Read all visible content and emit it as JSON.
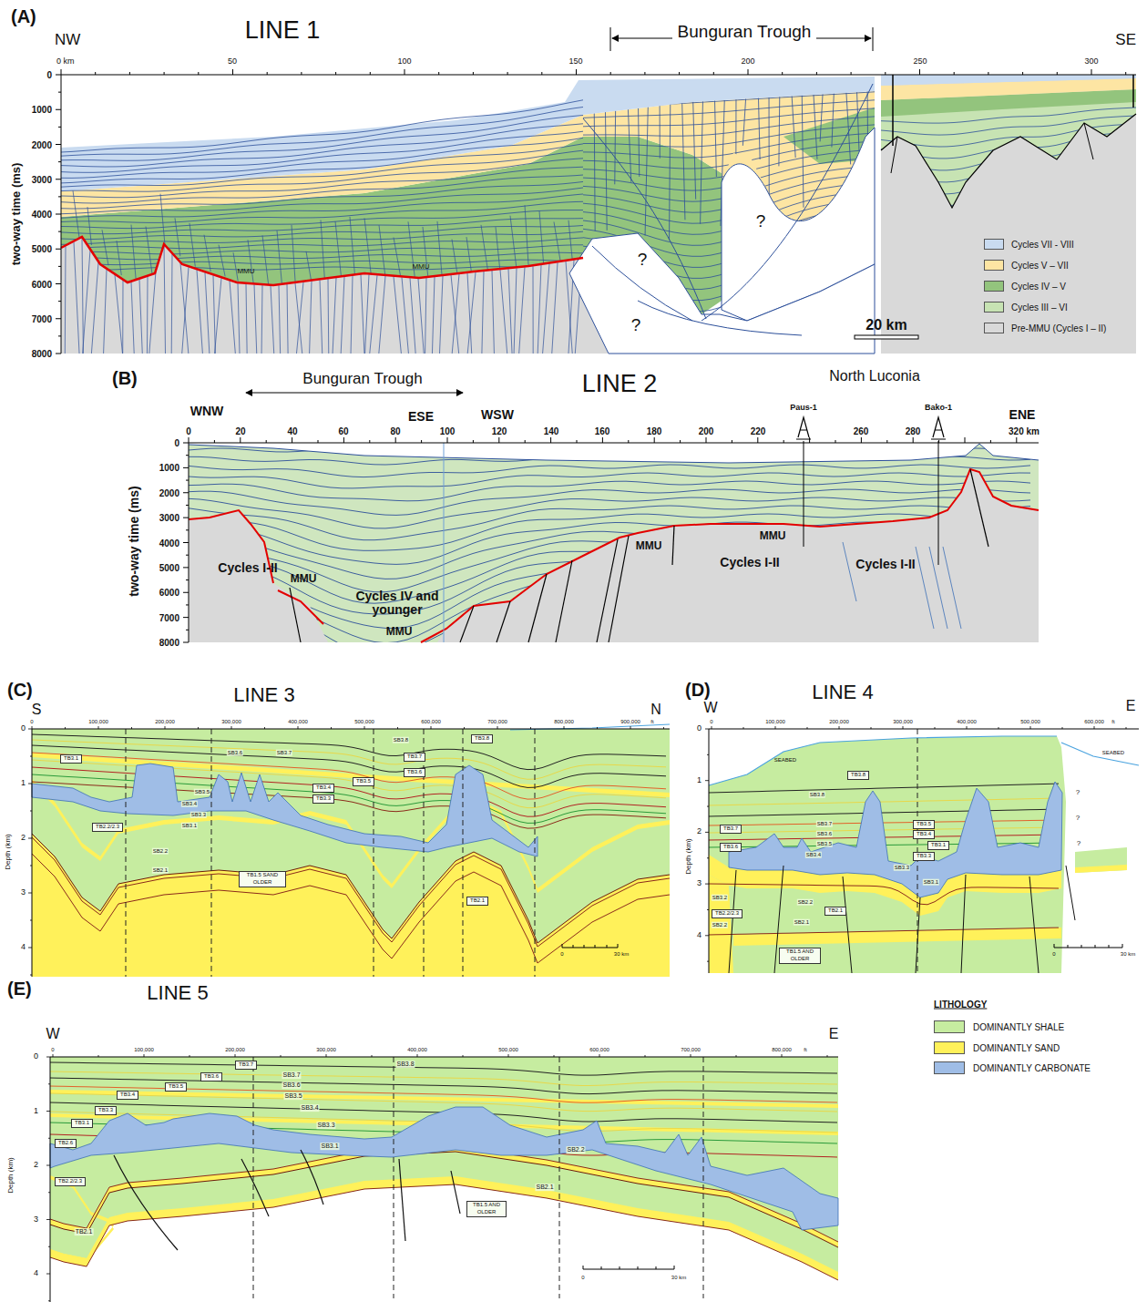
{
  "diagram": {
    "nodes": [
      {
        "text": [
          "TB3.1"
        ]
      },
      {
        "text": [
          "TB2.2/2.3"
        ]
      },
      {
        "text": [
          "TB1.5 SAND OLDER"
        ]
      },
      {
        "text": [
          "TB2.1"
        ]
      },
      {
        "text": [
          "TB3.8"
        ]
      },
      {
        "text": [
          "TB3.7"
        ]
      },
      {
        "text": [
          "TB3.6"
        ]
      },
      {
        "text": [
          "TB3.5"
        ]
      },
      {
        "text": [
          "TB3.4"
        ]
      },
      {
        "text": [
          "TB3.3"
        ]
      },
      {
        "text": [
          "TB3.8"
        ]
      },
      {
        "text": [
          "TB3.7"
        ]
      },
      {
        "text": [
          "TB3.6"
        ]
      },
      {
        "text": [
          "TB3.5"
        ]
      },
      {
        "text": [
          "TB3.4"
        ]
      },
      {
        "text": [
          "TB3.1"
        ]
      },
      {
        "text": [
          "TB3.3"
        ]
      },
      {
        "text": [
          "TB2.1"
        ]
      },
      {
        "text": [
          "TB2.2/2.3"
        ]
      },
      {
        "text": [
          "TB1.5 AND OLDER"
        ]
      },
      {
        "text": [
          "TB3.7"
        ]
      },
      {
        "text": [
          "TB3.6"
        ]
      },
      {
        "text": [
          "TB3.5"
        ]
      },
      {
        "text": [
          "TB3.4"
        ]
      },
      {
        "text": [
          "TB3.3"
        ]
      },
      {
        "text": [
          "TB3.1"
        ]
      },
      {
        "text": [
          "TB2.6"
        ]
      },
      {
        "text": [
          "TB2.2/2.3"
        ]
      },
      {
        "text": [
          "TB1.5 AND OLDER"
        ]
      }
    ],
    "labels": [
      "(A)",
      "NW",
      "LINE 1",
      "Bunguran Trough",
      "SE",
      "0 km",
      "50",
      "100",
      "150",
      "200",
      "250",
      "300",
      "two-way time (ms)",
      "0",
      "1000",
      "2000",
      "3000",
      "4000",
      "5000",
      "6000",
      "7000",
      "8000",
      "MMU",
      "MMU",
      "?",
      "?",
      "?",
      "20 km",
      "(B)",
      "Bunguran Trough",
      "LINE 2",
      "North Luconia",
      "WNW",
      "ESE",
      "WSW",
      "Paus-1",
      "Bako-1",
      "ENE",
      "0",
      "20",
      "40",
      "60",
      "80",
      "100",
      "120",
      "140",
      "160",
      "180",
      "200",
      "220",
      "260",
      "280",
      "320 km",
      "two-way time (ms)",
      "0",
      "1000",
      "2000",
      "3000",
      "4000",
      "5000",
      "6000",
      "7000",
      "8000",
      "MMU",
      "MMU",
      "MMU",
      "MMU",
      "Cycles I-II",
      "Cycles IV and younger",
      "Cycles I-II",
      "Cycles I-II",
      "(C)",
      "LINE 3",
      "S",
      "N",
      "0",
      "100,000",
      "200,000",
      "300,000",
      "400,000",
      "500,000",
      "600,000",
      "700,000",
      "800,000",
      "900,000",
      "ft",
      "0",
      "1",
      "2",
      "3",
      "4",
      "Depth (km)",
      "SB3.8",
      "SB3.7",
      "SB3.6",
      "SB3.5",
      "SB3.4",
      "SB3.3",
      "SB3.1",
      "SB2.2",
      "SB2.1",
      "0",
      "30 km",
      "(D)",
      "LINE 4",
      "W",
      "E",
      "0",
      "100,000",
      "200,000",
      "300,000",
      "400,000",
      "500,000",
      "600,000",
      "ft",
      "0",
      "1",
      "2",
      "3",
      "4",
      "Depth (km)",
      "SEABED",
      "SEABED",
      "?",
      "?",
      "?",
      "SB3.8",
      "SB3.7",
      "SB3.6",
      "SB3.5",
      "SB3.4",
      "SB3.3",
      "SB3.1",
      "SB3.2",
      "SB2.2",
      "SB2.2",
      "SB2.1",
      "0",
      "30 km",
      "(E)",
      "LINE 5",
      "W",
      "E",
      "0",
      "100,000",
      "200,000",
      "300,000",
      "400,000",
      "500,000",
      "600,000",
      "700,000",
      "800,000",
      "ft",
      "0",
      "1",
      "2",
      "3",
      "4",
      "Depth (km)",
      "SB3.8",
      "SB3.7",
      "SB3.6",
      "SB3.5",
      "SB3.4",
      "SB3.3",
      "SB3.1",
      "SB2.2",
      "SB2.1",
      "TB2.1",
      "0",
      "30 km",
      "LITHOLOGY"
    ],
    "legend": [
      {
        "text": "Cycles VII - VIII",
        "color": "#c9dbf0"
      },
      {
        "text": "Cycles V – VII",
        "color": "#fde5a3"
      },
      {
        "text": "Cycles IV – V",
        "color": "#93c47d"
      },
      {
        "text": "Cycles III – VI",
        "color": "#c7e3b3"
      },
      {
        "text": "Pre-MMU (Cycles I – II)",
        "color": "#d9d9d9"
      },
      {
        "text": "DOMINANTLY SHALE",
        "color": "#c6eca0"
      },
      {
        "text": "DOMINANTLY SAND",
        "color": "#fff15a"
      },
      {
        "text": "DOMINANTLY CARBONATE",
        "color": "#9fbde6"
      }
    ]
  }
}
